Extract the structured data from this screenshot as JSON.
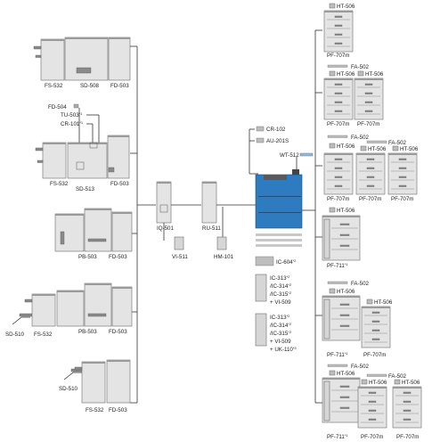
{
  "center": {
    "main_unit": "WT-512",
    "options_top": [
      "CR-102",
      "AU-201S"
    ],
    "ic_options": [
      {
        "label": "IC-604",
        "sup": "*2"
      }
    ],
    "ic_group_1": {
      "line1": "IC-313",
      "line1_sup": "*2",
      "line2": "/IC-314",
      "line2_sup": "*2",
      "line3": "/IC-315",
      "line3_sup": "*2",
      "line4": "+ VI-509"
    },
    "ic_group_2": {
      "line1": "IC-313",
      "line1_sup": "*2",
      "line2": "/IC-314",
      "line2_sup": "*2",
      "line3": "/IC-315",
      "line3_sup": "*2",
      "line4": "+ VI-509",
      "line5": "+ UK-110",
      "line5_sup": "*3"
    }
  },
  "middle": {
    "iq": "IQ-501",
    "vi": "VI-511",
    "ru": "RU-511",
    "hm": "HM-101"
  },
  "left": {
    "row1": [
      "FS-532",
      "SD-508",
      "FD-503"
    ],
    "row2": {
      "callout1": "FD-504",
      "callout2": "TU-503",
      "callout2_sup": "*1",
      "callout3": "CR-101",
      "callout3_sup": "*1",
      "fs": "FS-532",
      "sd": "SD-513",
      "fd": "FD-503"
    },
    "row3": [
      "PB-503",
      "FD-503"
    ],
    "row4": [
      "SD-510",
      "FS-532",
      "PB-503",
      "FD-503"
    ],
    "row5": [
      "SD-510",
      "FS-532",
      "FD-503"
    ]
  },
  "right": {
    "r1": {
      "ht": "HT-506",
      "pf": "PF-707m"
    },
    "r2": {
      "fa": "FA-502",
      "ht": "HT-506",
      "ht2": "HT-506",
      "pf1": "PF-707m",
      "pf2": "PF-707m"
    },
    "r3": {
      "fa1": "FA-502",
      "fa2": "FA-502",
      "ht1": "HT-506",
      "ht2": "HT-506",
      "ht3": "HT-506",
      "pf1": "PF-707m",
      "pf2": "PF-707m",
      "pf3": "PF-707m"
    },
    "r4": {
      "ht": "HT-506",
      "pf": "PF-711",
      "pf_sup": "*1"
    },
    "r5": {
      "fa": "FA-502",
      "ht1": "HT-506",
      "ht2": "HT-506",
      "pf1": "PF-711",
      "pf1_sup": "*1",
      "pf2": "PF-707m"
    },
    "r6": {
      "fa1": "FA-502",
      "fa2": "FA-502",
      "ht1": "HT-506",
      "ht2": "HT-506",
      "ht3": "HT-506",
      "pf1": "PF-711",
      "pf1_sup": "*1",
      "pf2": "PF-707m",
      "pf3": "PF-707m"
    }
  }
}
